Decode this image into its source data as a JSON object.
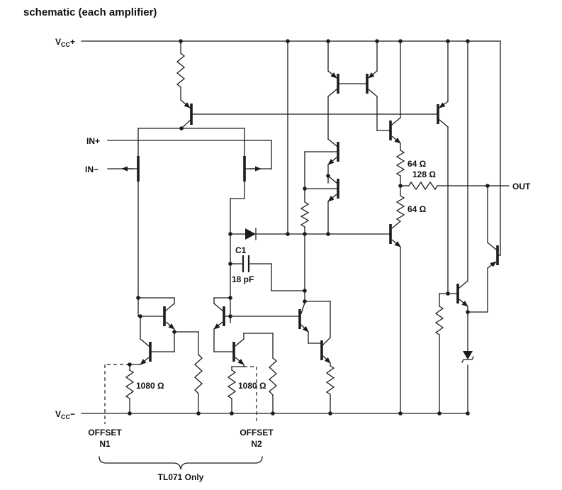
{
  "title": "schematic (each amplifier)",
  "rails": {
    "vcc_plus": {
      "symbol": "V",
      "subscript": "CC",
      "polarity": "+"
    },
    "vcc_minus": {
      "symbol": "V",
      "subscript": "CC",
      "polarity": "−"
    }
  },
  "pins": {
    "in_plus": "IN+",
    "in_minus": "IN−",
    "out": "OUT"
  },
  "components": {
    "c1_name": "C1",
    "c1_value": "18 pF",
    "r64_top": "64 Ω",
    "r128": "128 Ω",
    "r64_bottom": "64 Ω",
    "r1080_left": "1080 Ω",
    "r1080_right": "1080 Ω"
  },
  "offset_null": {
    "n1_label": "OFFSET",
    "n1_pin": "N1",
    "n2_label": "OFFSET",
    "n2_pin": "N2"
  },
  "note": {
    "tl071_only": "TL071 Only"
  }
}
